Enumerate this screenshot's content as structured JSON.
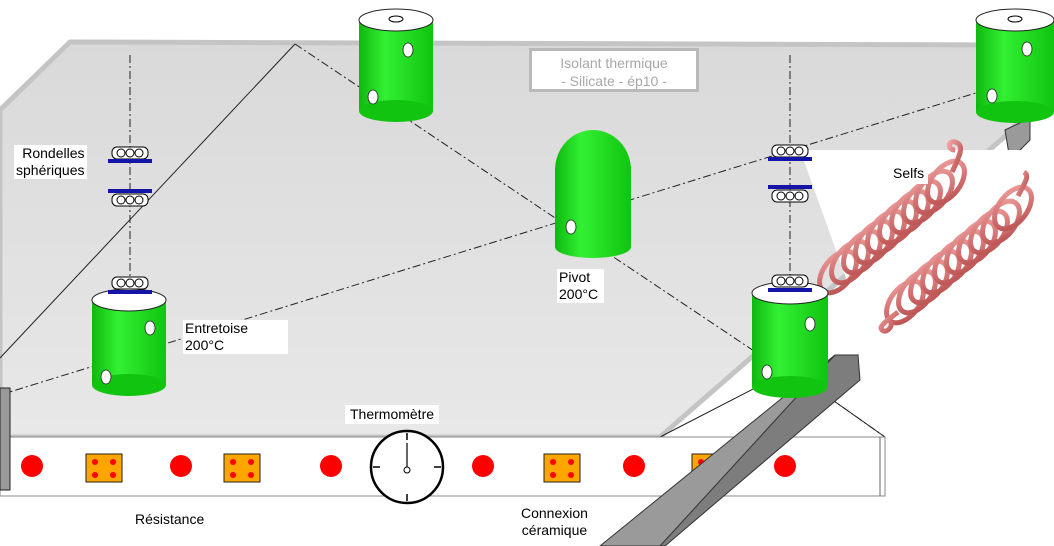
{
  "diagram": {
    "insulation_line1": "Isolant thermique",
    "insulation_line2": "- Silicate - ép10 -",
    "washers_line1": "Rondelles",
    "washers_line2": "sphériques",
    "spacer_line1": "Entretoise",
    "spacer_line2": "200°C",
    "pivot_line1": "Pivot",
    "pivot_line2": "200°C",
    "selfs": "Selfs",
    "thermometer": "Thermomètre",
    "resistance": "Résistance",
    "connection_line1": "Connexion",
    "connection_line2": "céramique"
  },
  "colors": {
    "support_green": "#1fe01f",
    "washer_blue": "#1414a8",
    "heater_red": "#ff0000",
    "connector_orange": "#ffa500",
    "coil_pink": "#d96a6a",
    "plate_gray": "#e3e3e3",
    "insulation_border": "#b9b9b9"
  }
}
